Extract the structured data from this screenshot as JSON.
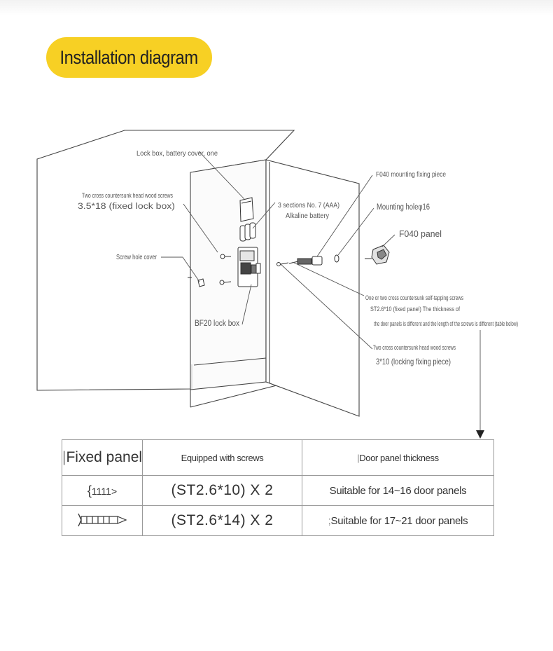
{
  "title": "Installation diagram",
  "labels": {
    "lock_box_cover": "Lock box, battery cover, one",
    "wood_screws_a_1": "Two cross countersunk head wood screws",
    "wood_screws_a_2": "3.5*18 (fixed lock box)",
    "battery_1": "3 sections No. 7 (AAA)",
    "battery_2": "Alkaline battery",
    "screw_hole_cover": "Screw hole cover",
    "bf20": "BF20 lock box",
    "f040_piece": "F040 mounting fixing piece",
    "mounting_hole": "Mounting holeφ16",
    "f040_panel": "F040 panel",
    "tapping_1": "One or two cross countersunk self-tapping screws",
    "tapping_2": "ST2.6*10 (fixed panel) The thickness of",
    "tapping_3": "the door panels is different and the length of the screws is different (table below)",
    "wood_screws_b_1": "Two cross countersunk head wood screws",
    "wood_screws_b_2": "3*10 (locking fixing piece)"
  },
  "table": {
    "headers": [
      "Fixed panel",
      "Equipped with screws",
      "Door panel thickness"
    ],
    "rows": [
      {
        "screw_text": "1111>",
        "spec": "(ST2.6*10) X 2",
        "suitable": "Suitable for 14~16 door panels"
      },
      {
        "screw_text": "",
        "spec": "(ST2.6*14) X 2",
        "suitable": "Suitable for 17~21 door panels"
      }
    ]
  },
  "colors": {
    "accent": "#f7d024",
    "line": "#555555",
    "text": "#333333"
  }
}
